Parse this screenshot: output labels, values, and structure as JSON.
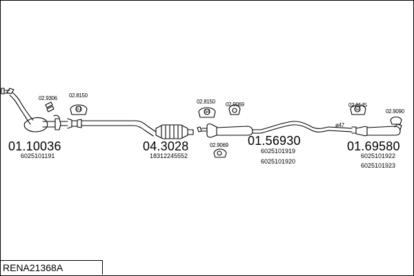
{
  "title": "RENA21368A",
  "parts": [
    {
      "number": "01.10036",
      "oe": [
        "6025101191"
      ]
    },
    {
      "number": "04.3028",
      "oe": [
        "18312245552"
      ]
    },
    {
      "number": "01.56930",
      "oe": [
        "6025101919",
        "6025101920"
      ]
    },
    {
      "number": "01.69580",
      "oe": [
        "6025101922",
        "6025101923"
      ]
    }
  ],
  "accessories": [
    "02.9306",
    "02.8150",
    "02.8150",
    "02.9069",
    "02.9069",
    "02.8145",
    "02.9090"
  ],
  "pipe_diameter": "ø47",
  "callout_numbers": [
    "51",
    "54",
    "52"
  ]
}
